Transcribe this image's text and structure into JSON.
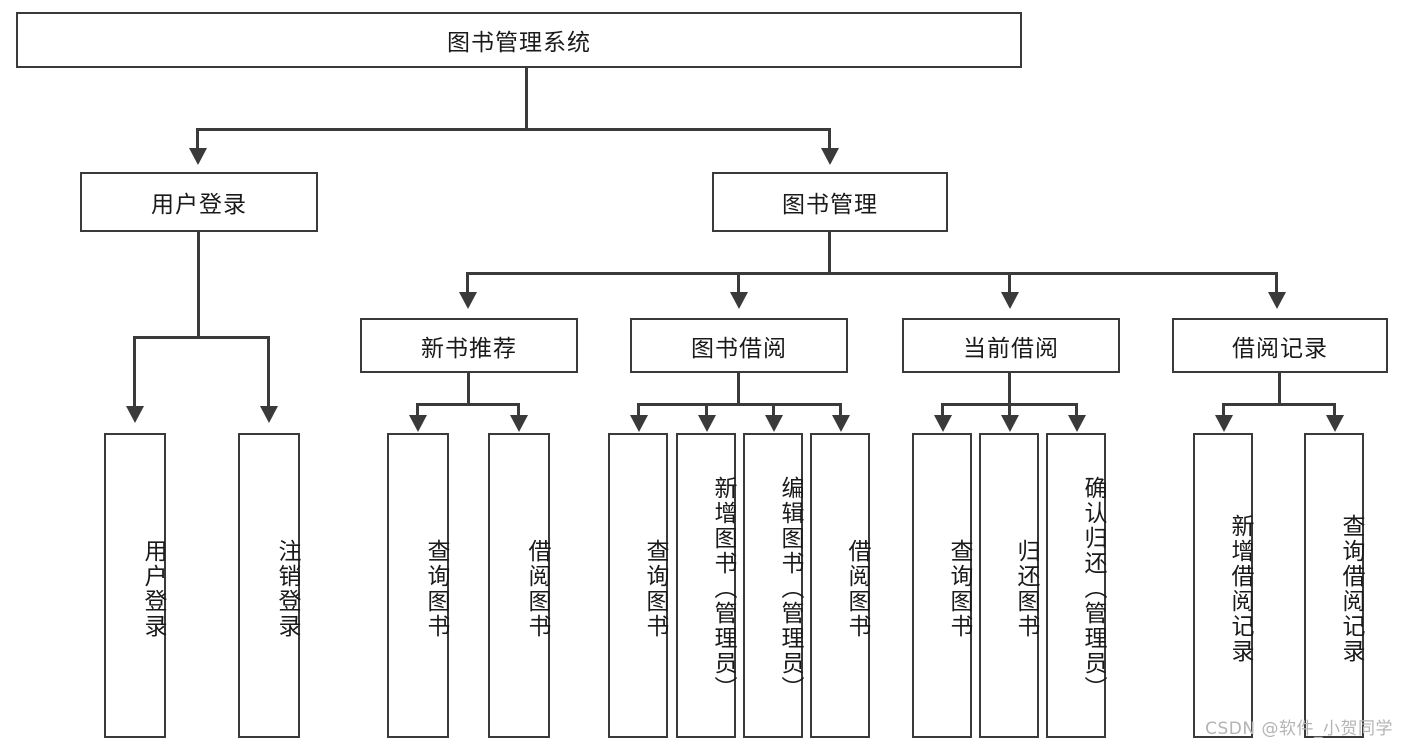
{
  "diagram": {
    "type": "tree-hierarchy",
    "title": "图书管理系统",
    "root": {
      "label": "图书管理系统"
    },
    "level2": [
      {
        "label": "用户登录"
      },
      {
        "label": "图书管理"
      }
    ],
    "level3": [
      {
        "label": "新书推荐"
      },
      {
        "label": "图书借阅"
      },
      {
        "label": "当前借阅"
      },
      {
        "label": "借阅记录"
      }
    ],
    "leaves": {
      "user_login": [
        {
          "label": "用户登录"
        },
        {
          "label": "注销登录"
        }
      ],
      "new_book_recommend": [
        {
          "label": "查询图书"
        },
        {
          "label": "借阅图书"
        }
      ],
      "book_borrow": [
        {
          "label": "查询图书"
        },
        {
          "label": "新增图书（管理员）"
        },
        {
          "label": "编辑图书（管理员）"
        },
        {
          "label": "借阅图书"
        }
      ],
      "current_borrow": [
        {
          "label": "查询图书"
        },
        {
          "label": "归还图书"
        },
        {
          "label": "确认归还（管理员）"
        }
      ],
      "borrow_record": [
        {
          "label": "新增借阅记录"
        },
        {
          "label": "查询借阅记录"
        }
      ]
    }
  },
  "watermark": {
    "text": "CSDN @软件_小贺同学"
  },
  "colors": {
    "stroke": "#3a3a3a",
    "background": "#ffffff",
    "text": "#1a1a1a",
    "watermark": "#b4b4b4"
  }
}
